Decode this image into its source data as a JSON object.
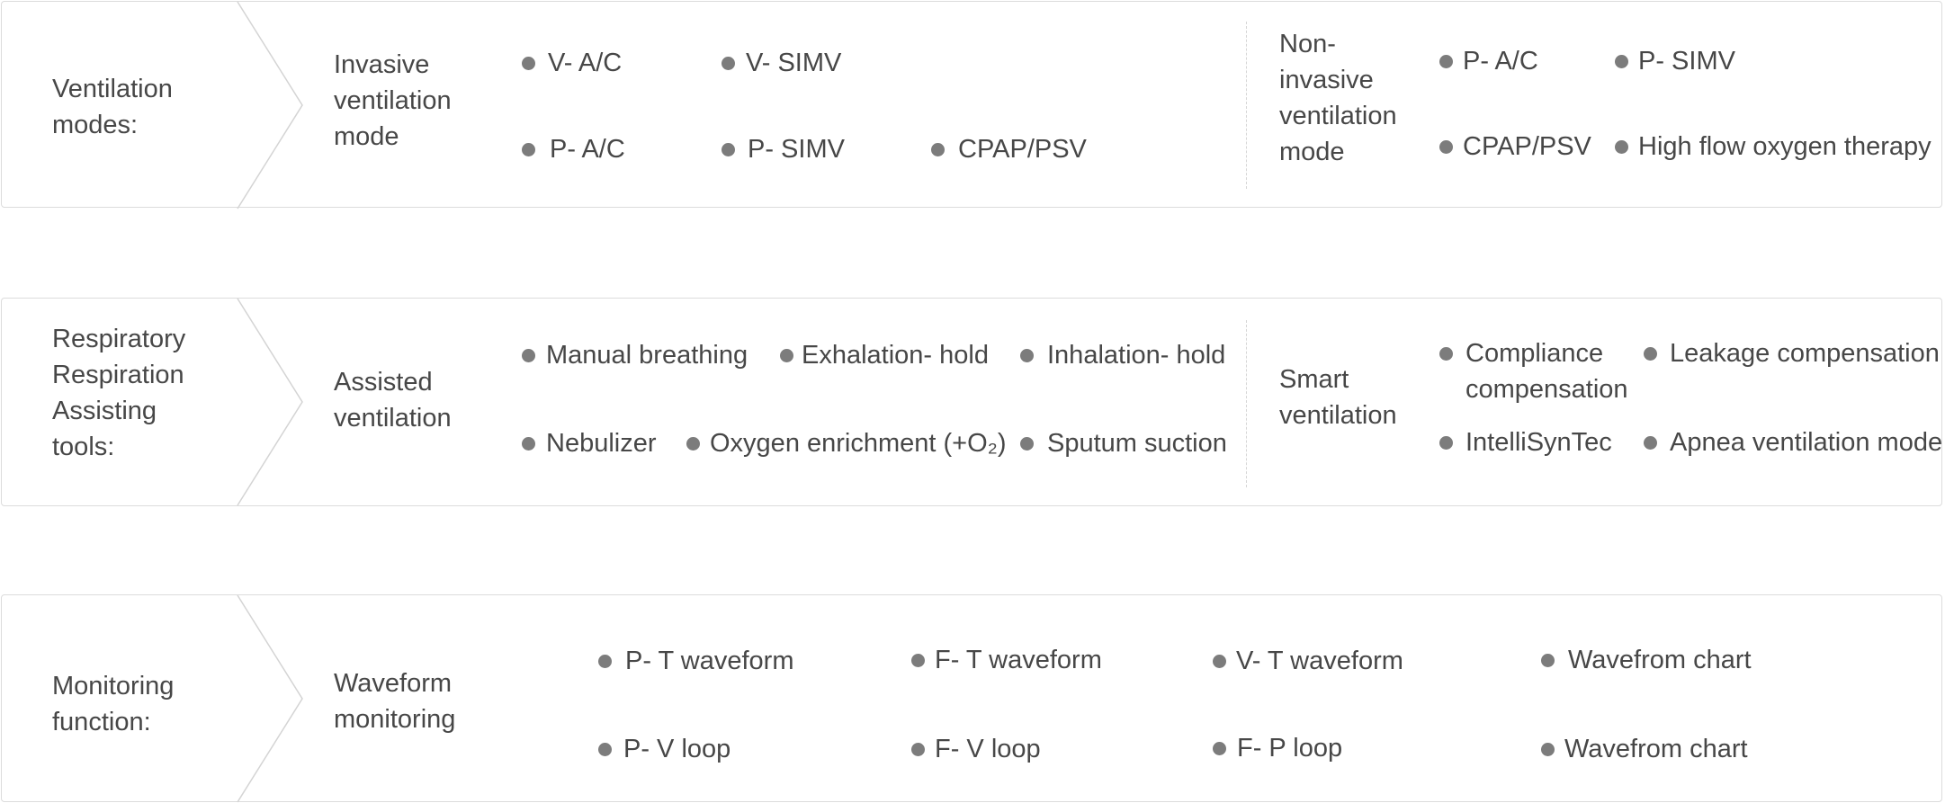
{
  "rows": [
    {
      "category_lines": [
        "Ventilation",
        "modes:"
      ],
      "left_group_lines": [
        "Invasive",
        "ventilation",
        "mode"
      ],
      "left_items": [
        "V- A/C",
        "V- SIMV",
        "P- A/C",
        "P- SIMV",
        "CPAP/PSV"
      ],
      "right_group_lines": [
        "Non-",
        "invasive",
        "ventilation",
        "mode"
      ],
      "right_items": [
        "P- A/C",
        "P- SIMV",
        "CPAP/PSV",
        "High flow oxygen therapy"
      ]
    },
    {
      "category_lines": [
        "Respiratory",
        "Respiration",
        "Assisting",
        "tools:"
      ],
      "left_group_lines": [
        "Assisted",
        "ventilation"
      ],
      "left_items": [
        "Manual breathing",
        "Exhalation- hold",
        "Inhalation- hold",
        "Nebulizer",
        "Oxygen enrichment (+O₂)",
        "Sputum suction"
      ],
      "right_group_lines": [
        "Smart",
        "ventilation"
      ],
      "right_items_multiline": [
        "Compliance",
        "compensation"
      ],
      "right_items": [
        "Leakage compensation",
        "IntelliSynTec",
        "Apnea ventilation mode"
      ]
    },
    {
      "category_lines": [
        "Monitoring",
        "function:"
      ],
      "left_group_lines": [
        "Waveform",
        "monitoring"
      ],
      "left_items": [
        "P- T waveform",
        "F- T waveform",
        "V- T waveform",
        "Wavefrom chart",
        "P- V loop",
        "F- V loop",
        "F- P loop",
        "Wavefrom chart"
      ]
    }
  ]
}
